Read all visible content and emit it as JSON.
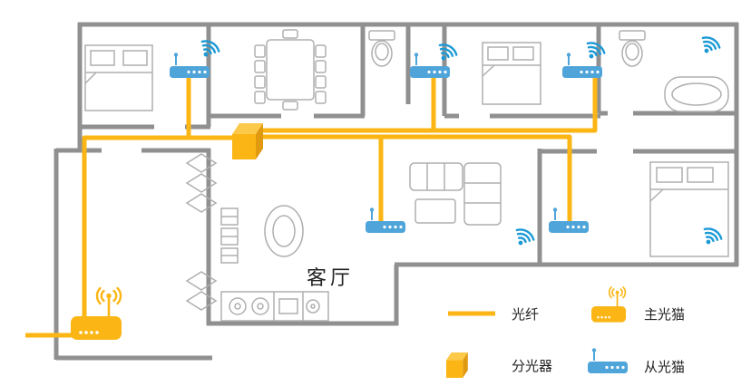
{
  "rooms": {
    "living_room_label": "客厅"
  },
  "legend": {
    "items": [
      {
        "icon": "fiber-line-icon",
        "label": "光纤"
      },
      {
        "icon": "main-optical-modem-icon",
        "label": "主光猫"
      },
      {
        "icon": "optical-splitter-icon",
        "label": "分光器"
      },
      {
        "icon": "sub-optical-modem-icon",
        "label": "从光猫"
      }
    ]
  },
  "devices": {
    "main_modem_count": 1,
    "splitter_count": 1,
    "sub_modem_count": 5,
    "wifi_signal_count": 6
  },
  "colors": {
    "fiber_yellow": "#FBB616",
    "splitter_top_yellow": "#FDC94A",
    "splitter_side_orange": "#E09A10",
    "modem_blue": "#4FA5DA",
    "wifi_blue": "#1C9AD6",
    "wall_gray": "#909090",
    "furniture_gray": "#AFAFAF",
    "label_dark": "#222222"
  }
}
